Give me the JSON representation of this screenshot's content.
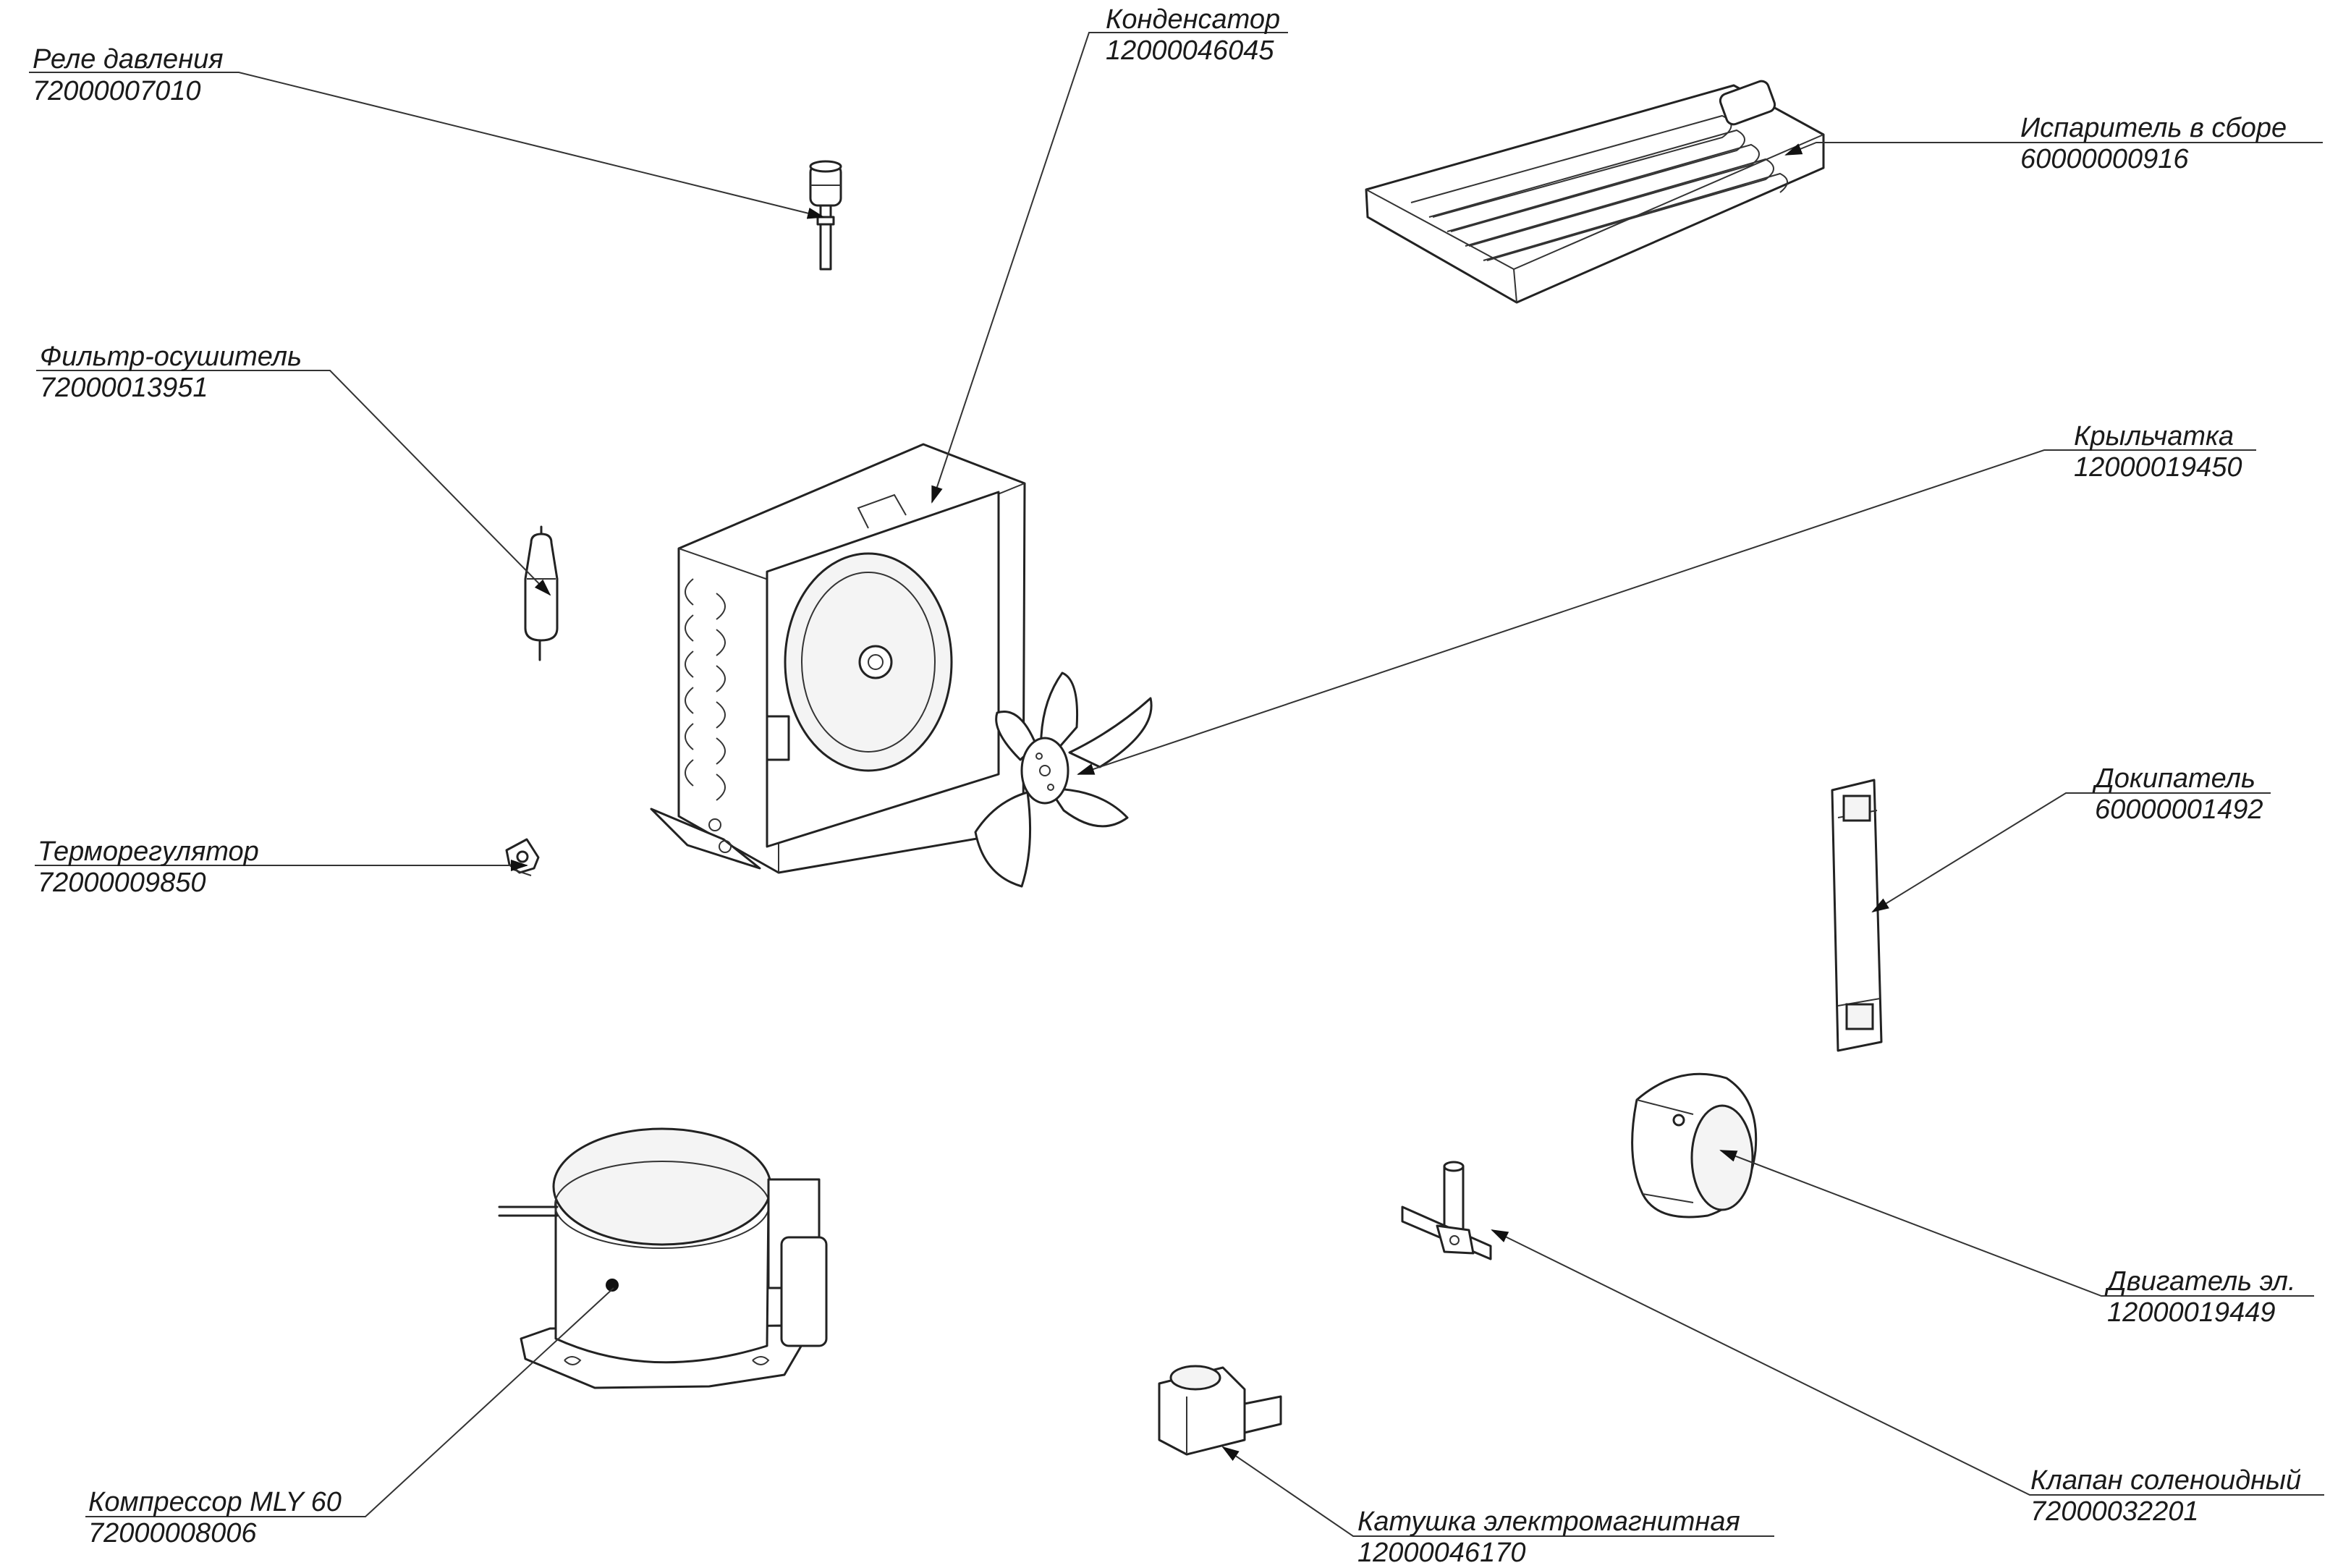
{
  "parts": [
    {
      "key": "pressure_relay",
      "name": "Реле давления",
      "code": "72000007010"
    },
    {
      "key": "condenser",
      "name": "Конденсатор",
      "code": "12000046045"
    },
    {
      "key": "evaporator",
      "name": "Испаритель в сборе",
      "code": "60000000916"
    },
    {
      "key": "filter_drier",
      "name": "Фильтр-осушитель",
      "code": "72000013951"
    },
    {
      "key": "impeller",
      "name": "Крыльчатка",
      "code": "12000019450"
    },
    {
      "key": "thermostat",
      "name": "Терморегулятор",
      "code": "72000009850"
    },
    {
      "key": "heater",
      "name": "Докипатель",
      "code": "60000001492"
    },
    {
      "key": "motor",
      "name": "Двигатель эл.",
      "code": "12000019449"
    },
    {
      "key": "compressor",
      "name": "Компрессор MLY 60",
      "code": "72000008006"
    },
    {
      "key": "solenoid_valve",
      "name": "Клапан соленоидный",
      "code": "72000032201"
    },
    {
      "key": "coil",
      "name": "Катушка электромагнитная",
      "code": "12000046170"
    }
  ]
}
